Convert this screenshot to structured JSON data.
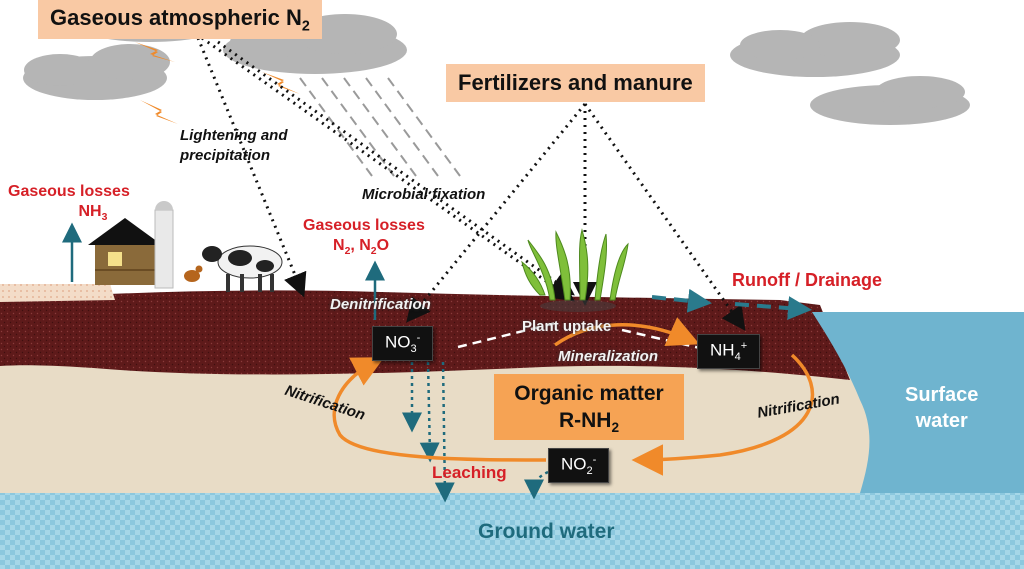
{
  "labels": {
    "atm_prefix": "Gaseous atmospheric N",
    "atm_sub": "2",
    "fertilizer": "Fertilizers and manure",
    "lightening_1": "Lightening and",
    "lightening_2": "precipitation",
    "microbial": "Microbial fixation",
    "gas_loss_left_1": "Gaseous losses",
    "gas_loss_left_2": "NH",
    "gas_loss_left_2_sub": "3",
    "gas_loss_mid_1": "Gaseous losses",
    "gas_loss_mid_n": "N",
    "gas_loss_mid_n_sub": "2",
    "gas_loss_mid_sep": ", N",
    "gas_loss_mid_o_sub": "2",
    "gas_loss_mid_o": "O",
    "runoff": "Runoff / Drainage",
    "denitrification": "Denitrification",
    "plant_uptake": "Plant uptake",
    "mineralization": "Mineralization",
    "nitrification_left": "Nitrification",
    "nitrification_right": "Nitrification",
    "leaching": "Leaching",
    "no3": "NO",
    "no3_sub": "3",
    "no3_sup": "-",
    "nh4": "NH",
    "nh4_sub": "4",
    "nh4_sup": "+",
    "no2": "NO",
    "no2_sub": "2",
    "no2_sup": "-",
    "organic_1": "Organic matter",
    "organic_2": "R-NH",
    "organic_2_sub": "2",
    "surface_1": "Surface",
    "surface_2": "water",
    "ground": "Ground water"
  },
  "colors": {
    "soil_top": "#5e1a1a",
    "soil_sub": "#e8dcc6",
    "ground_water": "#9fd3e6",
    "surface_water": "#6fb4cf",
    "flow_arrow": "#f08a2a",
    "gas_arrow": "#1f6b7d",
    "loss_text": "#d62027",
    "peach_box": "#f9c9a4",
    "organic_box": "#f6a354"
  },
  "icons": [
    "cloud-icon",
    "lightning-icon",
    "barn-icon",
    "silo-icon",
    "cow-icon",
    "chicken-icon",
    "plant-icon"
  ]
}
